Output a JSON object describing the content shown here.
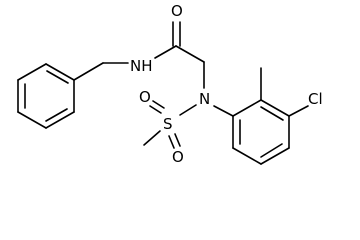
{
  "molecule": {
    "atoms": {
      "carbonyl_oxygen": "O",
      "amide_nh": "NH",
      "sulfonamide_n": "N",
      "sulfur": "S",
      "sulfonyl_oxygen_top": "O",
      "sulfonyl_oxygen_bottom": "O",
      "chlorine": "Cl"
    }
  }
}
